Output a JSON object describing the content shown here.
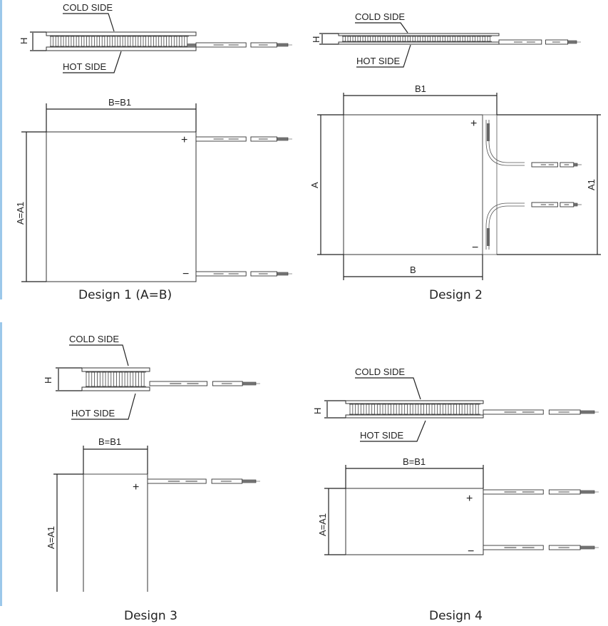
{
  "labels": {
    "cold_side": "COLD SIDE",
    "hot_side": "HOT SIDE",
    "height": "H",
    "plus": "+",
    "minus": "−"
  },
  "design1": {
    "caption": "Design 1 (A=B)",
    "width_dim": "B=B1",
    "height_dim": "A=A1"
  },
  "design2": {
    "caption": "Design 2",
    "width_top_dim": "B1",
    "width_bottom_dim": "B",
    "height_left_dim": "A",
    "height_right_dim": "A1"
  },
  "design3": {
    "caption": "Design 3",
    "width_dim": "B=B1",
    "height_dim": "A=A1"
  },
  "design4": {
    "caption": "Design 4",
    "width_dim": "B=B1",
    "height_dim": "A=A1"
  },
  "colors": {
    "accent_border": "#9cc8ea",
    "line": "#222222"
  }
}
